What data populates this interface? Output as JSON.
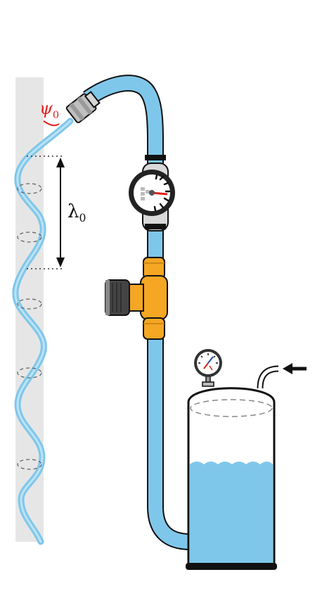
{
  "labels": {
    "angle_symbol": "ψ",
    "angle_subscript": "0",
    "wavelength_symbol": "λ",
    "wavelength_subscript": "0"
  },
  "colors": {
    "water": "#7fc7ea",
    "hose": "#7fc7ea",
    "outline": "#111111",
    "wall": "#e6e6e6",
    "fitting": "#f5a623",
    "nozzle": "#bfbfbf",
    "accent_red": "#e0211d"
  },
  "icons": {
    "flow_meter": "flow-meter-icon",
    "valve": "valve-icon",
    "pressure_gauge": "pressure-gauge-icon",
    "air_inlet_arrow": "arrow-left-icon"
  }
}
